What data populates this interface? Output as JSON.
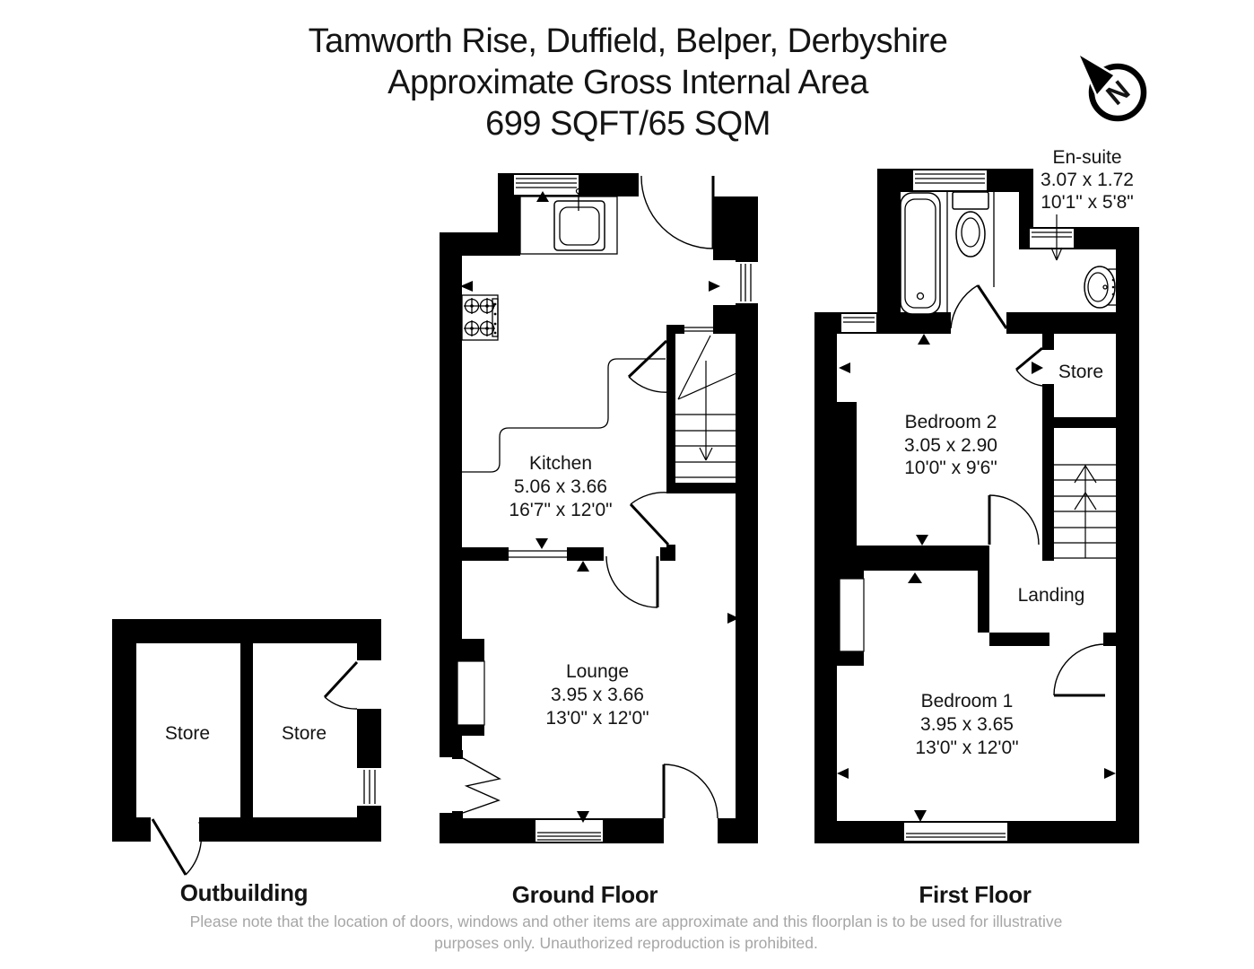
{
  "title": {
    "address": "Tamworth Rise, Duffield, Belper, Derbyshire",
    "subtitle": "Approximate Gross Internal Area",
    "area": "699 SQFT/65 SQM"
  },
  "compass": {
    "letter": "N"
  },
  "floors": {
    "outbuilding": {
      "label": "Outbuilding",
      "rooms": [
        {
          "name": "Store"
        },
        {
          "name": "Store"
        }
      ]
    },
    "ground": {
      "label": "Ground Floor",
      "rooms": [
        {
          "name": "Kitchen",
          "metric": "5.06 x 3.66",
          "imperial": "16'7\" x 12'0\""
        },
        {
          "name": "Lounge",
          "metric": "3.95 x 3.66",
          "imperial": "13'0\" x 12'0\""
        }
      ]
    },
    "first": {
      "label": "First Floor",
      "rooms": [
        {
          "name": "En-suite",
          "metric": "3.07 x 1.72",
          "imperial": "10'1\" x 5'8\""
        },
        {
          "name": "Bedroom 2",
          "metric": "3.05 x 2.90",
          "imperial": "10'0\" x 9'6\""
        },
        {
          "name": "Bedroom 1",
          "metric": "3.95 x 3.65",
          "imperial": "13'0\" x 12'0\""
        },
        {
          "name": "Store"
        },
        {
          "name": "Landing"
        }
      ]
    }
  },
  "disclaimer": {
    "line1": "Please note that the location of doors, windows and other items are approximate and this floorplan is to be used for illustrative",
    "line2": "purposes only. Unauthorized reproduction is prohibited."
  },
  "colors": {
    "wall": "#000000",
    "text": "#141414",
    "disclaimer": "#a6a6a6"
  }
}
